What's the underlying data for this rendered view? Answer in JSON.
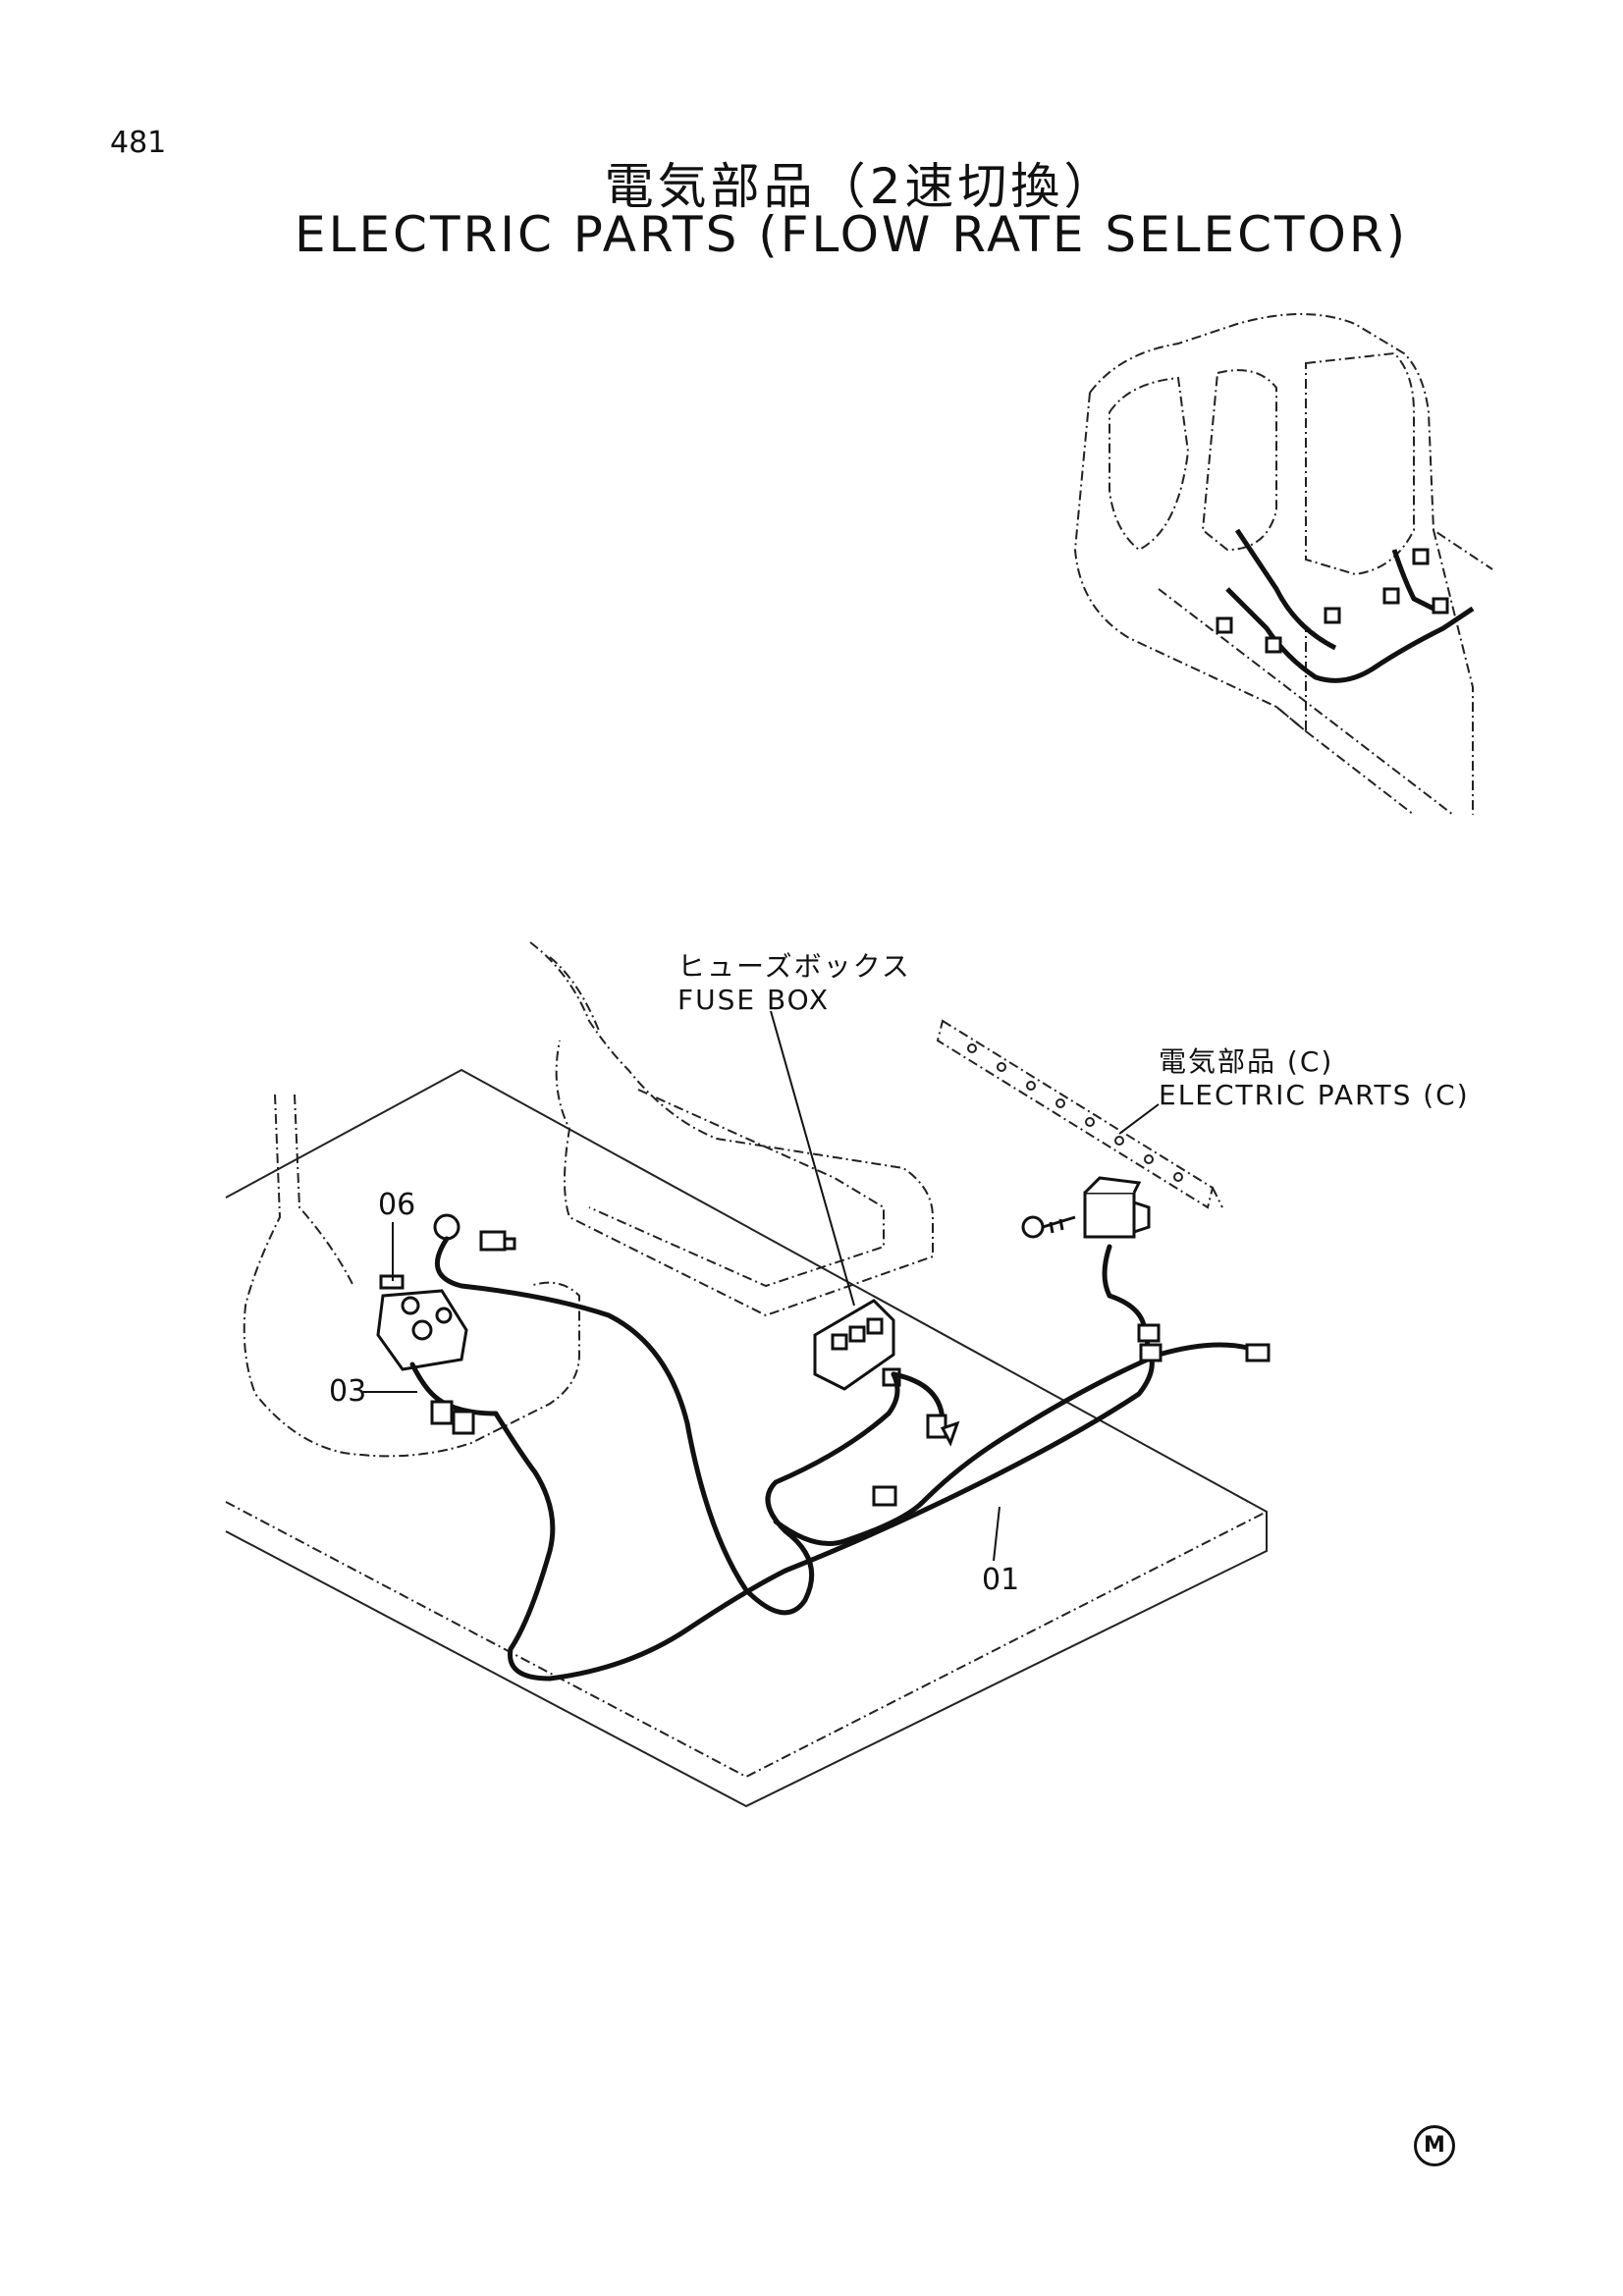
{
  "page": {
    "number": "481"
  },
  "title": {
    "japanese": "電気部品（2速切換）",
    "english": "ELECTRIC PARTS (FLOW RATE SELECTOR)"
  },
  "callouts": {
    "fuse_box": {
      "jp": "ヒューズボックス",
      "en": "FUSE BOX"
    },
    "electric_parts_c": {
      "jp": "電気部品 (C)",
      "en": "ELECTRIC PARTS (C)"
    }
  },
  "part_labels": {
    "p06": "06",
    "p03": "03",
    "p01": "01"
  },
  "footer": {
    "mark": "M"
  }
}
